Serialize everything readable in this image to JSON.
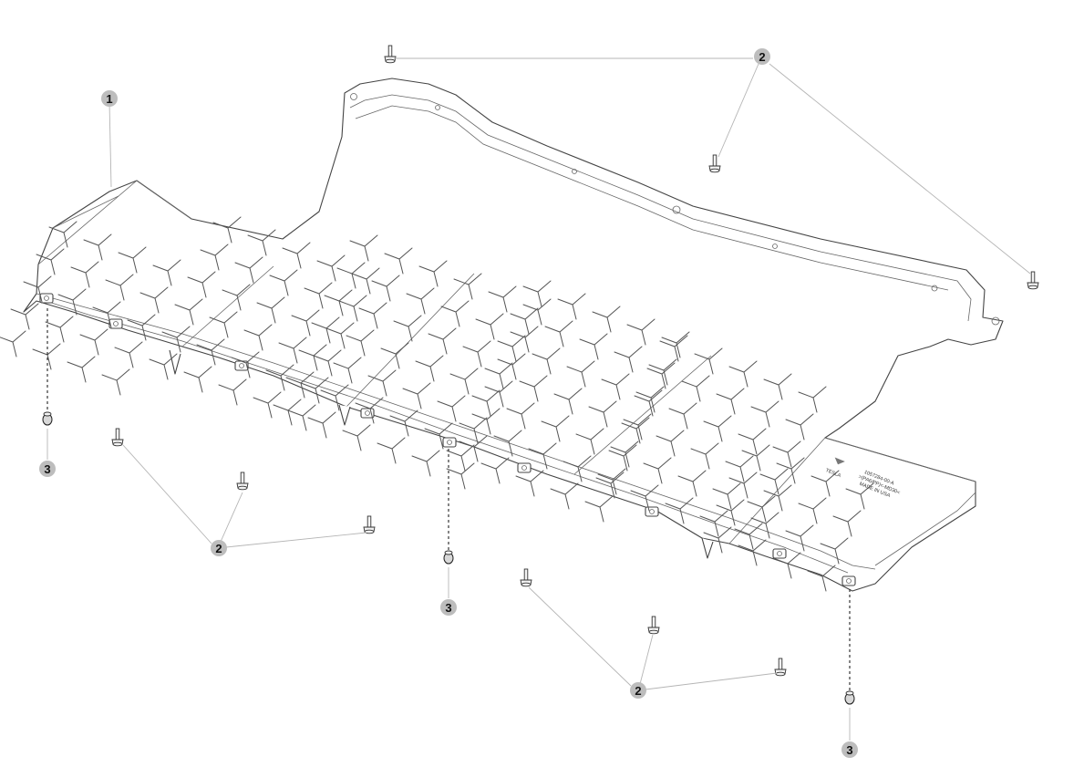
{
  "diagram": {
    "callouts": [
      {
        "id": "c1",
        "label": "1"
      },
      {
        "id": "c2a",
        "label": "2"
      },
      {
        "id": "c2b",
        "label": "2"
      },
      {
        "id": "c2c",
        "label": "2"
      },
      {
        "id": "c3a",
        "label": "3"
      },
      {
        "id": "c3b",
        "label": "3"
      },
      {
        "id": "c3c",
        "label": "3"
      }
    ],
    "part_label": {
      "brand": "TESLA",
      "line1": "1057284-00-A",
      "line2": ">(PA6/PP)<-MD30<",
      "line3": "MADE IN USA"
    },
    "colors": {
      "callout_fill": "#bdbdbd",
      "leader_line": "#b5b5b5",
      "outline": "#444444"
    }
  }
}
